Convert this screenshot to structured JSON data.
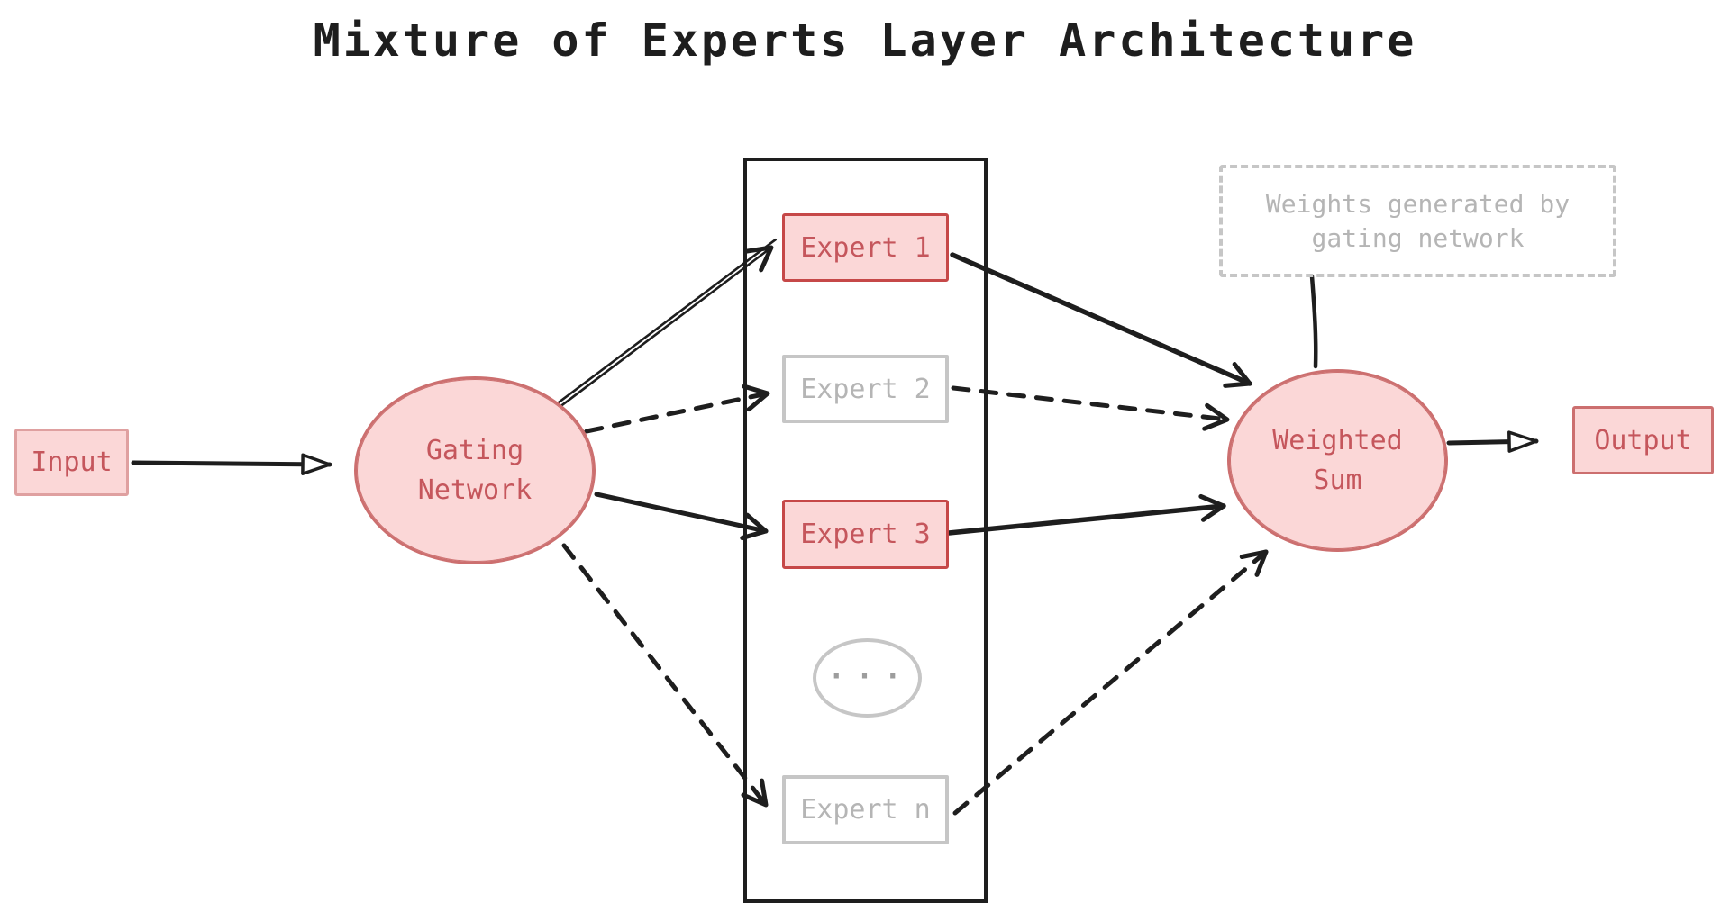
{
  "title": "Mixture of Experts Layer Architecture",
  "nodes": {
    "input": {
      "label": "Input"
    },
    "gating": {
      "label": "Gating Network"
    },
    "weighted_sum": {
      "label": "Weighted Sum"
    },
    "output": {
      "label": "Output"
    },
    "note": {
      "label": "Weights generated by gating network"
    },
    "ellipsis": {
      "label": "..."
    }
  },
  "experts": [
    {
      "label": "Expert 1",
      "state": "selected"
    },
    {
      "label": "Expert 2",
      "state": "inactive"
    },
    {
      "label": "Expert 3",
      "state": "selected"
    },
    {
      "label": "Expert n",
      "state": "inactive"
    }
  ],
  "edges": [
    {
      "from": "Input",
      "to": "Gating Network",
      "style": "solid-hollow-head"
    },
    {
      "from": "Gating Network",
      "to": "Expert 1",
      "style": "solid"
    },
    {
      "from": "Gating Network",
      "to": "Expert 2",
      "style": "dashed"
    },
    {
      "from": "Gating Network",
      "to": "Expert 3",
      "style": "solid"
    },
    {
      "from": "Gating Network",
      "to": "Expert n",
      "style": "dashed"
    },
    {
      "from": "Expert 1",
      "to": "Weighted Sum",
      "style": "solid"
    },
    {
      "from": "Expert 2",
      "to": "Weighted Sum",
      "style": "dashed"
    },
    {
      "from": "Expert 3",
      "to": "Weighted Sum",
      "style": "solid"
    },
    {
      "from": "Expert n",
      "to": "Weighted Sum",
      "style": "dashed"
    },
    {
      "from": "Weights note",
      "to": "Weighted Sum",
      "style": "solid-plain"
    },
    {
      "from": "Weighted Sum",
      "to": "Output",
      "style": "solid-hollow-head"
    }
  ],
  "colors": {
    "ink": "#1e1e1e",
    "node_fill": "#fbd7d7",
    "red_strong": "#c64848",
    "red_medium": "#cc6f6f",
    "red_light": "#dfa0a0",
    "red_text": "#c5565c",
    "gray_border": "#c6c6c6",
    "gray_text": "#b5b5b5"
  }
}
